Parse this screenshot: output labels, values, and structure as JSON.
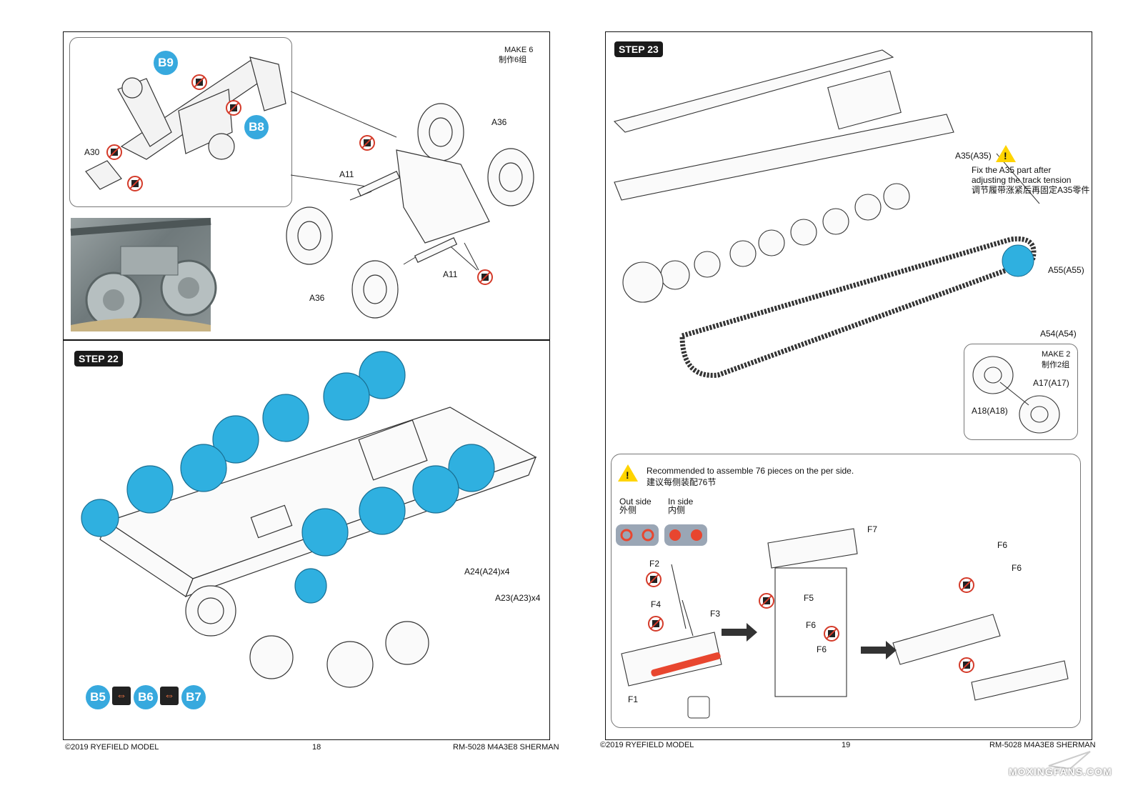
{
  "left_page": {
    "sub_assembly": {
      "make_en": "MAKE 6",
      "make_cn": "制作6组",
      "parts": {
        "b9": "B9",
        "b8": "B8",
        "a30": "A30",
        "a11_top": "A11",
        "a11_bottom": "A11",
        "a36_top": "A36",
        "a36_bottom": "A36"
      }
    },
    "step22": {
      "title": "STEP 22",
      "parts": {
        "a24": "A24(A24)x4",
        "a23": "A23(A23)x4"
      },
      "alternatives": [
        "B5",
        "B6",
        "B7"
      ]
    },
    "footer": {
      "copyright": "©2019 RYEFIELD MODEL",
      "page": "18",
      "product": "RM-5028 M4A3E8 SHERMAN"
    }
  },
  "right_page": {
    "step23": {
      "title": "STEP 23",
      "parts": {
        "a35": "A35(A35)",
        "a55": "A55(A55)",
        "a54": "A54(A54)",
        "a17": "A17(A17)",
        "a18": "A18(A18)"
      },
      "a35_note_en": [
        "Fix the A35 part after",
        "adjusting the track tension"
      ],
      "a35_note_cn": "调节履带涨紧后再固定A35零件",
      "make_en": "MAKE 2",
      "make_cn": "制作2组"
    },
    "track_detail": {
      "note_en": "Recommended to assemble 76 pieces on the per side.",
      "note_cn": "建议每侧装配76节",
      "outside_en": "Out side",
      "outside_cn": "外侧",
      "inside_en": "In side",
      "inside_cn": "内侧",
      "parts": {
        "f1": "F1",
        "f2": "F2",
        "f3": "F3",
        "f4": "F4",
        "f5": "F5",
        "f6a": "F6",
        "f6b": "F6",
        "f6c": "F6",
        "f6d": "F6",
        "f7": "F7"
      }
    },
    "footer": {
      "copyright": "©2019 RYEFIELD MODEL",
      "page": "19",
      "product": "RM-5028 M4A3E8 SHERMAN"
    },
    "watermark": "MOXINGFANS.COM"
  },
  "colors": {
    "highlight_blue": "#37a9de",
    "part_blue": "#2fb0e0",
    "warning_yellow": "#ffd400",
    "no_cement_red": "#d43b2a",
    "sprue_red": "#e8462f"
  }
}
